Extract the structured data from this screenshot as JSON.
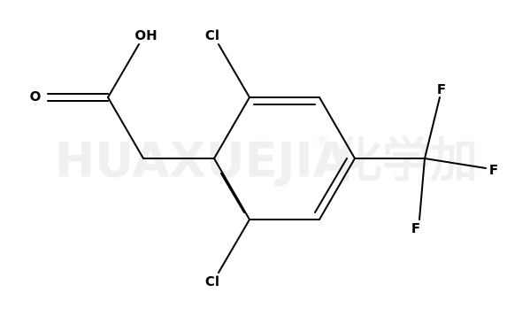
{
  "watermark": {
    "latin": "HUAXUEJIA",
    "registered": "®",
    "chinese": "化学加"
  },
  "atoms": {
    "oh": "OH",
    "o": "O",
    "cl_top": "Cl",
    "cl_bottom": "Cl",
    "f_top": "F",
    "f_right": "F",
    "f_bottom": "F"
  }
}
